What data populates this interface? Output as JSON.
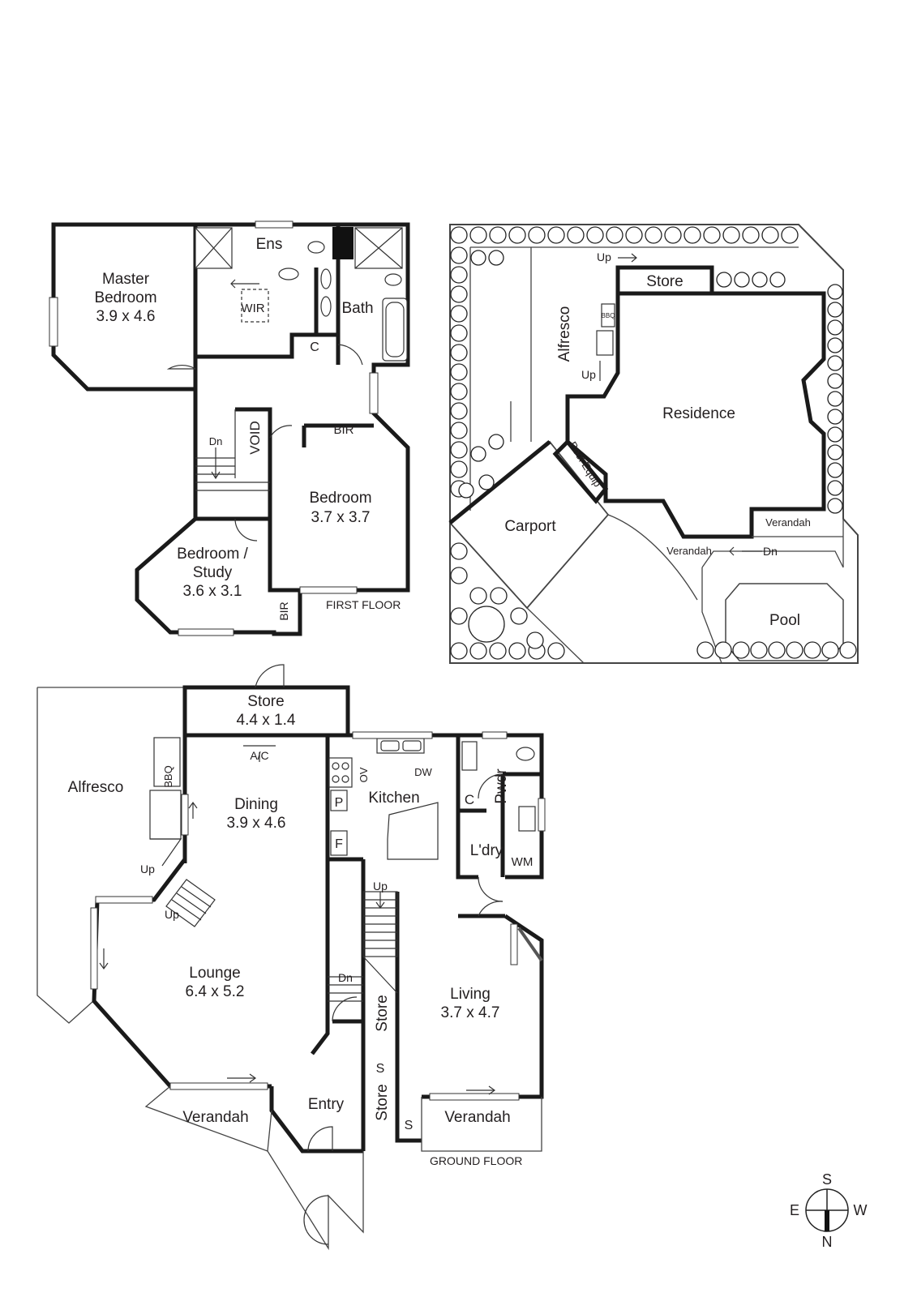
{
  "first_floor": {
    "caption": "FIRST FLOOR",
    "master_bedroom": {
      "name_line1": "Master",
      "name_line2": "Bedroom",
      "size": "3.9 x 4.6"
    },
    "ensuite": "Ens",
    "wir": "WIR",
    "bath": "Bath",
    "cupboard": "C",
    "void": "VOID",
    "stair": "Dn",
    "bir_top": "BIR",
    "bir_side": "BIR",
    "bedroom": {
      "name": "Bedroom",
      "size": "3.7 x 3.7"
    },
    "study": {
      "name_line1": "Bedroom /",
      "name_line2": "Study",
      "size": "3.6 x 3.1"
    }
  },
  "site_plan": {
    "up_top": "Up",
    "store": "Store",
    "alfresco": "Alfresco",
    "bbq": "BBQ",
    "up_side": "Up",
    "residence": "Residence",
    "carport": "Carport",
    "pool_equip": "Pool Equip",
    "verandah_right": "Verandah",
    "verandah_mid": "Verandah",
    "dn": "Dn",
    "pool": "Pool"
  },
  "ground_floor": {
    "caption": "GROUND FLOOR",
    "store_top": {
      "name": "Store",
      "size": "4.4 x 1.4"
    },
    "ac": "A/C",
    "alfresco": "Alfresco",
    "bbq": "BBQ",
    "dining": {
      "name": "Dining",
      "size": "3.9 x 4.6"
    },
    "kitchen": "Kitchen",
    "ov": "OV",
    "dw": "DW",
    "pantry": "P",
    "fridge": "F",
    "pwdr": "Pwdr",
    "cupboard": "C",
    "laundry": "L'dry",
    "wm": "WM",
    "up_left": "Up",
    "up_lower": "Up",
    "up_stair": "Up",
    "lounge": {
      "name": "Lounge",
      "size": "6.4 x 5.2"
    },
    "dn": "Dn",
    "store_vert_upper": "Store",
    "store_vert_lower": "Store",
    "s_upper": "S",
    "s_lower": "S",
    "living": {
      "name": "Living",
      "size": "3.7 x 4.7"
    },
    "verandah_left": "Verandah",
    "entry": "Entry",
    "verandah_right": "Verandah"
  },
  "compass": {
    "s": "S",
    "e": "E",
    "w": "W",
    "n": "N"
  }
}
